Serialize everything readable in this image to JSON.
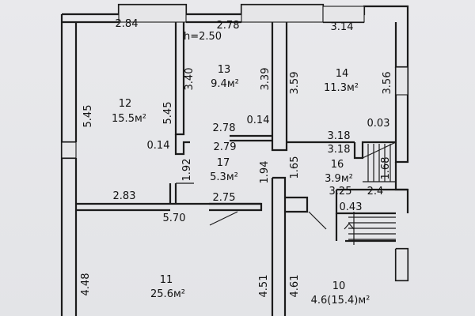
{
  "plan": {
    "height_note": "h=2.50",
    "rooms": [
      {
        "id": "room-12",
        "number": "12",
        "area": "15.5м²"
      },
      {
        "id": "room-13",
        "number": "13",
        "area": "9.4м²"
      },
      {
        "id": "room-14",
        "number": "14",
        "area": "11.3м²"
      },
      {
        "id": "room-17",
        "number": "17",
        "area": "5.3м²"
      },
      {
        "id": "room-16",
        "number": "16",
        "area": "3.9м²"
      },
      {
        "id": "room-11",
        "number": "11",
        "area": "25.6м²"
      },
      {
        "id": "room-10",
        "number": "10",
        "area": "4.6(15.4)м²"
      }
    ],
    "dimensions": [
      "2.84",
      "2.78",
      "3.14",
      "3.40",
      "3.39",
      "3.59",
      "3.56",
      "5.45",
      "5.45",
      "2.78",
      "0.14",
      "2.79",
      "0.14",
      "3.18",
      "0.03",
      "3.18",
      "1.92",
      "1.94",
      "1.65",
      "1.68",
      "3.25",
      "2.4",
      "0.43",
      "2.83",
      "2.75",
      "5.70",
      "4.48",
      "4.51",
      "4.61"
    ]
  }
}
